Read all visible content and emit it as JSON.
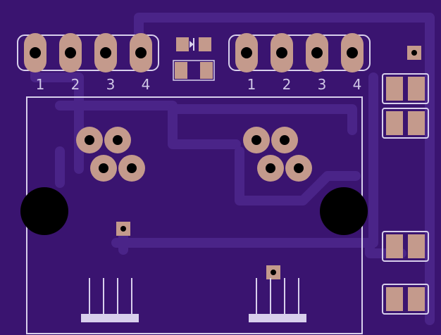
{
  "colors": {
    "board": "#3a1470",
    "trace": "#4a2488",
    "silkscreen": "#d8d0ec",
    "pad": "#c49a8c",
    "hole": "#000000"
  },
  "header_left": {
    "labels": [
      "1",
      "2",
      "3",
      "4"
    ]
  },
  "header_right": {
    "labels": [
      "1",
      "2",
      "3",
      "4"
    ]
  }
}
